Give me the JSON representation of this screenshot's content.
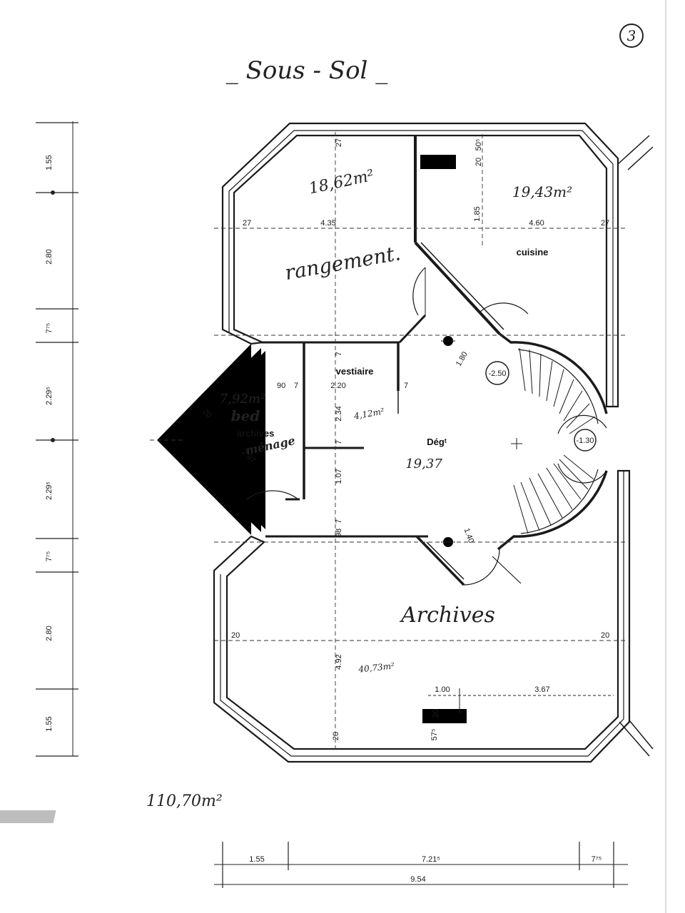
{
  "page_number": "3",
  "title": "_ Sous - Sol _",
  "total_area": "110,70m²",
  "rooms": {
    "rangement": {
      "label": "rangement.",
      "area": "18,62m²"
    },
    "cuisine": {
      "label": "cuisine",
      "area": "19,43m²"
    },
    "vestiaire": {
      "label": "vestiaire",
      "area": "4,12m²"
    },
    "bed_archives": {
      "label": "bed",
      "label2": "archives",
      "label3": "ménage",
      "area": "7,92m²"
    },
    "degt": {
      "label": "Dégᵗ",
      "area": "19,37"
    },
    "archives": {
      "label": "Archives",
      "area": "40,73m²"
    }
  },
  "levels": {
    "upper": "-2.50",
    "lower": "-1.30"
  },
  "left_dims": [
    "1.55",
    "2.80",
    "7⁷⁵",
    "2.29⁵",
    "2.29⁵",
    "7⁷⁵",
    "2.80",
    "1.55"
  ],
  "bottom_dims": {
    "a": "1.55",
    "b": "7.21⁵",
    "c": "7⁷⁵",
    "total": "9.54"
  },
  "inner_dims": {
    "top_left_27": "27",
    "top_27": "27",
    "top_50": "50⁵",
    "top_20": "20",
    "width_435": "4.35",
    "height_185": "1.85",
    "width_460": "4.60",
    "right_27": "27",
    "d_180": "1.80",
    "v_90": "90",
    "v_7a": "7",
    "v_220": "2.20",
    "v_7b": "7",
    "v_7c": "7",
    "v_234": "2.34",
    "v_7d": "7",
    "v_107": "1.07",
    "v_7e": "7",
    "v_98": "98",
    "d_20": "20",
    "d_297": "2.97",
    "d_140": "1.40",
    "a_492": "4.92",
    "a_20l": "20",
    "a_20r": "20",
    "a_100": "1.00",
    "a_367": "3.67",
    "a_20": "20",
    "a_57": "57⁵",
    "a_20b": "20"
  }
}
